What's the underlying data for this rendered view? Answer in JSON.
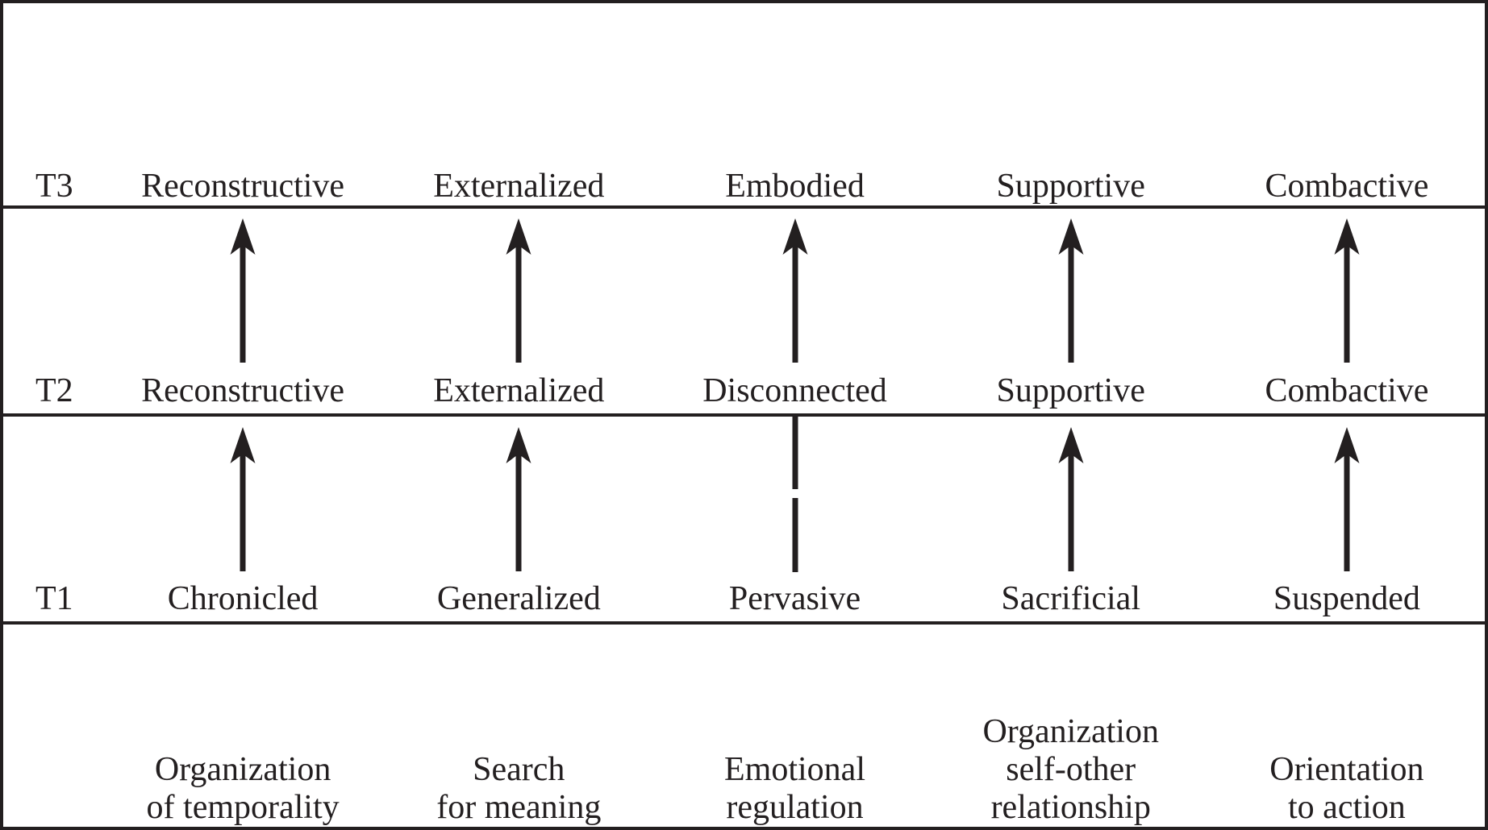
{
  "figure": {
    "ink_color": "#231f20",
    "background_color": "#ffffff"
  },
  "time_rows": [
    {
      "time_label": "T3",
      "cells": [
        "Reconstructive",
        "Externalized",
        "Embodied",
        "Supportive",
        "Combactive"
      ]
    },
    {
      "time_label": "T2",
      "cells": [
        "Reconstructive",
        "Externalized",
        "Disconnected",
        "Supportive",
        "Combactive"
      ]
    },
    {
      "time_label": "T1",
      "cells": [
        "Chronicled",
        "Generalized",
        "Pervasive",
        "Sacrificial",
        "Suspended"
      ]
    }
  ],
  "dimension_labels": [
    {
      "lines": [
        "Organization",
        "of temporality"
      ]
    },
    {
      "lines": [
        "Search",
        "for meaning"
      ]
    },
    {
      "lines": [
        "Emotional",
        "regulation"
      ]
    },
    {
      "lines": [
        "Organization",
        "self-other",
        "relationship"
      ]
    },
    {
      "lines": [
        "Orientation",
        "to action"
      ]
    }
  ],
  "connectors": {
    "t2_to_t3": [
      "solid-up-arrow",
      "solid-up-arrow",
      "solid-up-arrow",
      "solid-up-arrow",
      "solid-up-arrow"
    ],
    "t1_to_t2": [
      "solid-up-arrow",
      "solid-up-arrow",
      "broken-line-no-arrowhead",
      "solid-up-arrow",
      "solid-up-arrow"
    ]
  }
}
